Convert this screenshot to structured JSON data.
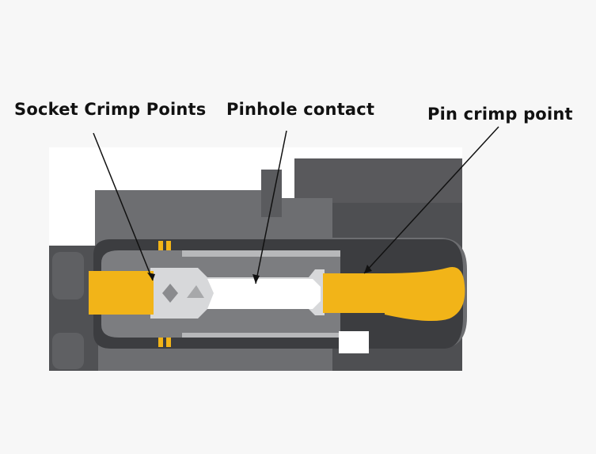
{
  "labels": {
    "socket_crimp_points": "Socket Crimp Points",
    "pinhole_contact": "Pinhole contact",
    "pin_crimp_point": "Pin crimp point"
  },
  "colors": {
    "background": "#f7f7f7",
    "housing_dark": "#4a4b4e",
    "housing_mid": "#6a6b6e",
    "housing_light": "#8e8f92",
    "conductor": "#f2b418",
    "contact": "#d9dadb",
    "pinhole": "#ffffff"
  }
}
